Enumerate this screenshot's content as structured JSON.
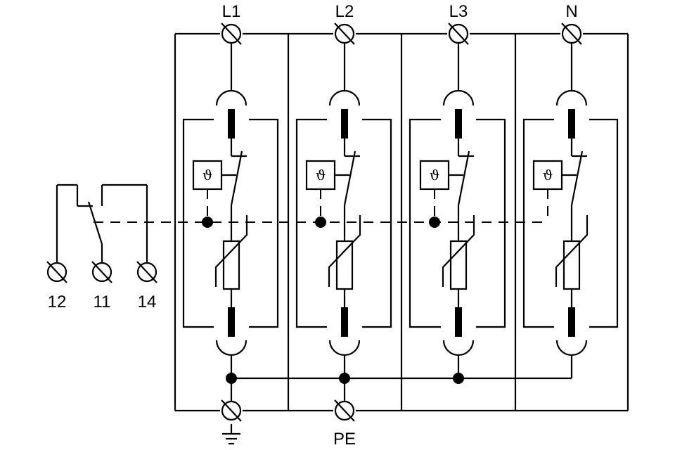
{
  "diagram": {
    "type": "surge-protection-device-schematic",
    "line_color": "#000000",
    "background": "#ffffff",
    "modules": [
      {
        "terminal_label": "L1",
        "thermal_symbol": "ϑ",
        "components": [
          "terminal",
          "plug-contact",
          "fuse",
          "thermal-disconnect-switch",
          "varistor",
          "fuse",
          "plug-contact"
        ]
      },
      {
        "terminal_label": "L2",
        "thermal_symbol": "ϑ",
        "components": [
          "terminal",
          "plug-contact",
          "fuse",
          "thermal-disconnect-switch",
          "varistor",
          "fuse",
          "plug-contact"
        ]
      },
      {
        "terminal_label": "L3",
        "thermal_symbol": "ϑ",
        "components": [
          "terminal",
          "plug-contact",
          "fuse",
          "thermal-disconnect-switch",
          "varistor",
          "fuse",
          "plug-contact"
        ]
      },
      {
        "terminal_label": "N",
        "thermal_symbol": "ϑ",
        "components": [
          "terminal",
          "plug-contact",
          "fuse",
          "thermal-disconnect-switch",
          "varistor",
          "fuse",
          "plug-contact"
        ]
      }
    ],
    "bottom_terminals": [
      {
        "label": "",
        "icon": "ground-icon"
      },
      {
        "label": "PE",
        "icon": ""
      }
    ],
    "remote_contact": {
      "terminals": [
        "12",
        "11",
        "14"
      ],
      "description": "changeover signal contact linked to thermal disconnectors"
    }
  }
}
